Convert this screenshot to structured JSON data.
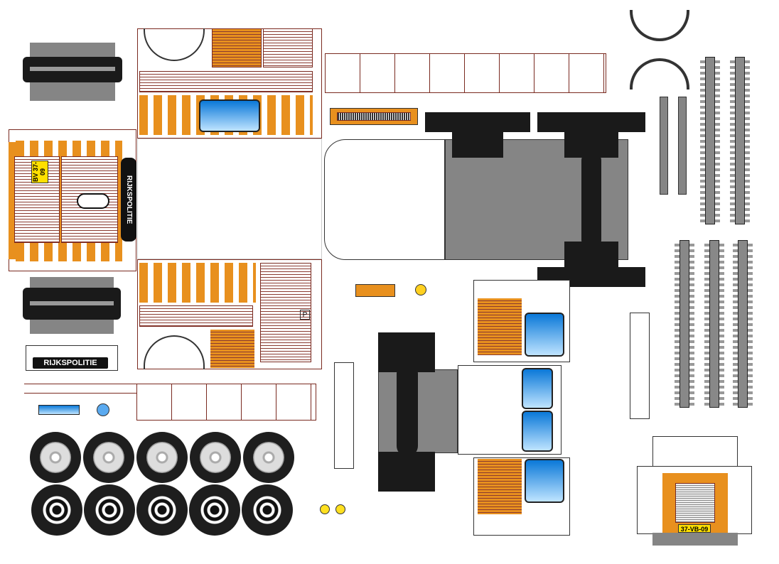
{
  "labels": {
    "police_text_front": "RIJKSPOLITIE",
    "police_text_sign": "RIJKSPOLITIE",
    "front_plate": "BV 37-09",
    "rear_plate": "37-VB-09",
    "parking_sign": "P"
  },
  "colors": {
    "orange": "#e8901e",
    "outline": "#7a2a20",
    "glass": "#0a78d8",
    "plate": "#ffe000"
  }
}
